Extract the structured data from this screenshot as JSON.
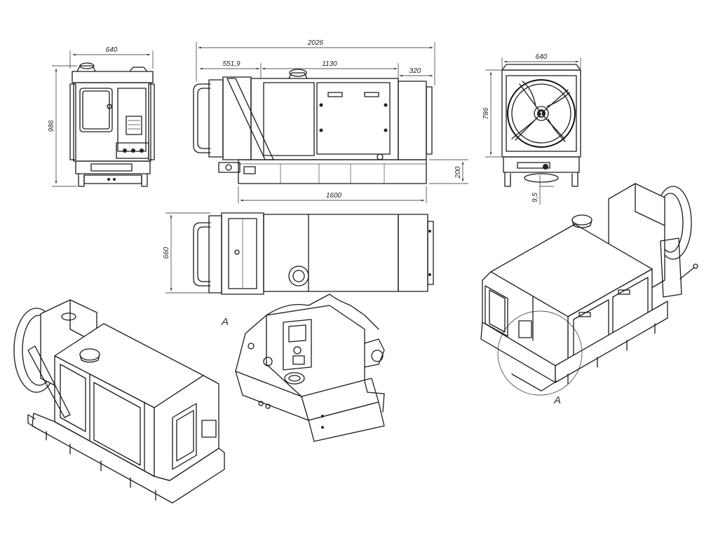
{
  "front_view": {
    "width_label": "640",
    "height_label": "986"
  },
  "side_view": {
    "overall_length_label": "2026",
    "left_segment_label": "551,9",
    "middle_segment_label": "1130",
    "right_segment_label": "320",
    "base_length_label": "1600",
    "base_height_label": "200"
  },
  "rear_view": {
    "width_label": "640",
    "height_label": "786",
    "offset_label": "9,5",
    "fan_badge": "1"
  },
  "top_view": {
    "width_label": "660"
  },
  "detail": {
    "reference_letter": "A",
    "callout_letter": "A"
  }
}
